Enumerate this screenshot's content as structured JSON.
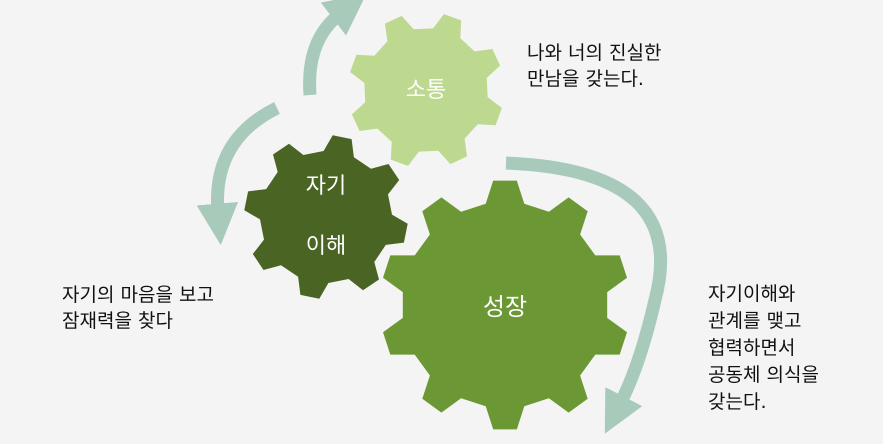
{
  "colors": {
    "background": "#f4f4f4",
    "gear_communication": "#bcd98f",
    "gear_self": "#4a6424",
    "gear_growth": "#6b9834",
    "arrow": "#a8cabb",
    "gear_text": "#ffffff"
  },
  "gears": {
    "communication": {
      "label": "소통"
    },
    "self": {
      "label_line1": "자기",
      "label_line2": "이해"
    },
    "growth": {
      "label": "성장"
    }
  },
  "captions": {
    "communication": [
      "나와 너의 진실한",
      "만남을 갖는다."
    ],
    "self": [
      "자기의 마음을 보고",
      "잠재력을 찾다"
    ],
    "growth": [
      "자기이해와",
      "관계를 맺고",
      "협력하면서",
      "공동체 의식을",
      "갖는다."
    ]
  },
  "icons": [
    "curved-arrow-icon"
  ]
}
